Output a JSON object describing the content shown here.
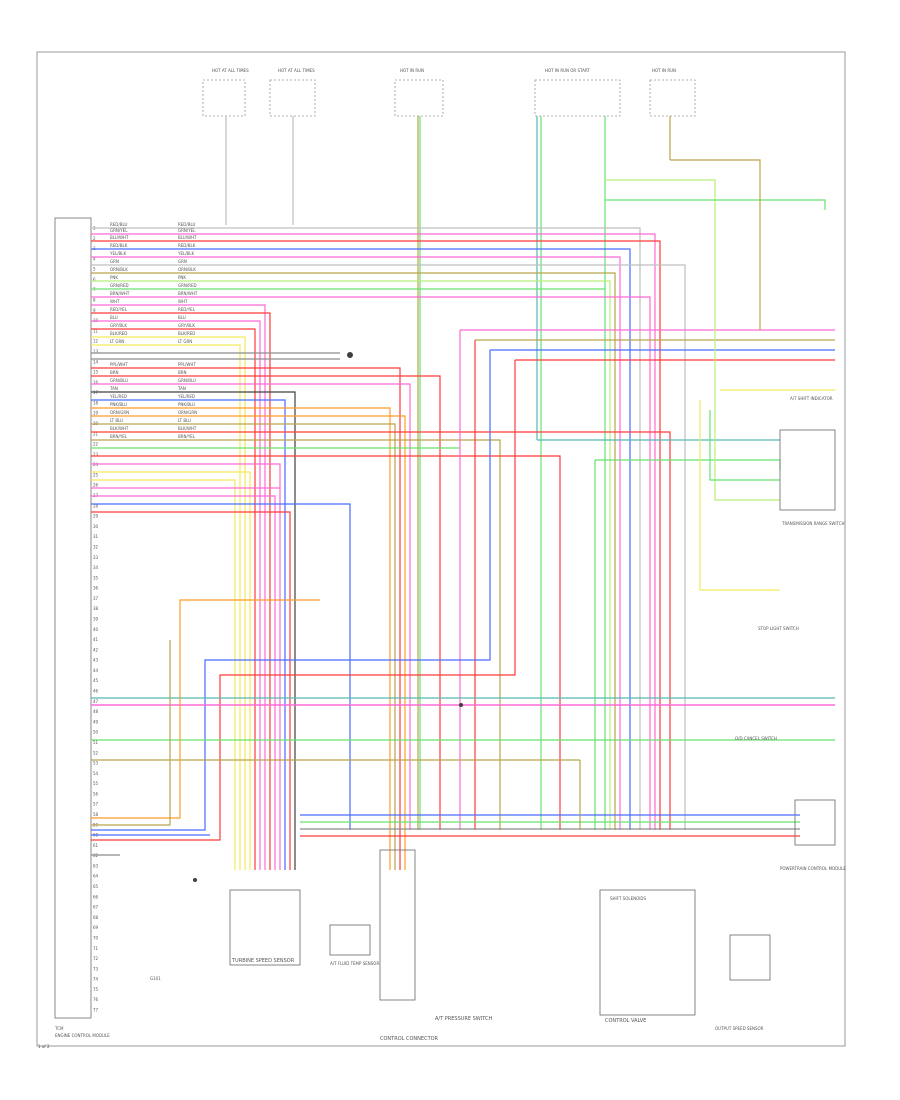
{
  "diagram": {
    "page_marker": "1 of 2",
    "ecm_footnote": "TCM",
    "ecm_title": "ENGINE CONTROL MODULE",
    "connector_caption": "CONTROL CONNECTOR",
    "pressure_switch": "A/T PRESSURE SWITCH",
    "control_valve": "CONTROL VALVE",
    "speed_sensor_left": "TURBINE SPEED SENSOR",
    "speed_sensor_right": "OUTPUT SPEED SENSOR",
    "range_switch": "TRANSMISSION RANGE SWITCH",
    "brake_switch": "STOP LIGHT SWITCH",
    "od_switch": "O/D CANCEL SWITCH",
    "dash_switch": "A/T SHIFT INDICATOR",
    "module_right": "POWERTRAIN CONTROL MODULE",
    "solenoid_block": "SHIFT SOLENOIDS",
    "sensor_small": "A/T FLUID TEMP SENSOR",
    "ground": "G101",
    "fuses": [
      "HOT AT ALL TIMES",
      "HOT AT ALL TIMES",
      "HOT IN RUN",
      "HOT IN RUN OR START",
      "HOT IN RUN"
    ],
    "pins_left": [
      "1",
      "2",
      "3",
      "4",
      "5",
      "6",
      "7",
      "8",
      "9",
      "10",
      "11",
      "12",
      "13",
      "14",
      "15",
      "16",
      "17",
      "18",
      "19",
      "20",
      "21",
      "22",
      "23",
      "24",
      "25",
      "26",
      "27",
      "28",
      "29",
      "30",
      "31",
      "32",
      "33",
      "34",
      "35",
      "36",
      "37",
      "38",
      "39",
      "40",
      "41",
      "42",
      "43",
      "44",
      "45",
      "46",
      "47",
      "48",
      "49",
      "50",
      "51",
      "52",
      "53",
      "54",
      "55",
      "56",
      "57",
      "58",
      "59",
      "60",
      "61",
      "62",
      "63",
      "64",
      "65",
      "66",
      "67",
      "68",
      "69",
      "70",
      "71",
      "72",
      "73",
      "74",
      "75",
      "76",
      "77"
    ],
    "wire_colors": [
      "RED/BLU",
      "GRN/YEL",
      "BLU/WHT",
      "RED/BLK",
      "YEL/BLK",
      "GRN",
      "ORN/BLK",
      "PNK",
      "GRN/RED",
      "BRN/WHT",
      "WHT",
      "RED/YEL",
      "BLU",
      "GRY/BLK",
      "BLK/RED",
      "LT GRN",
      "PPL/WHT",
      "BRN",
      "GRN/BLU",
      "TAN",
      "YEL/RED",
      "PNK/BLU",
      "ORN/GRN",
      "LT BLU",
      "BLK/WHT",
      "BRN/YEL"
    ]
  },
  "colors": {
    "red": "#ff3b3b",
    "pink": "#ff6ad5",
    "green": "#66e36e",
    "blue": "#4a6cff",
    "yellow": "#f4ea5a",
    "orange": "#ff9c2a",
    "olive": "#b9a34a",
    "teal": "#56b9b0",
    "gray": "#8c8c8c",
    "black": "#404040",
    "lightgreen": "#b8ef7a",
    "purple": "#a47cff"
  }
}
